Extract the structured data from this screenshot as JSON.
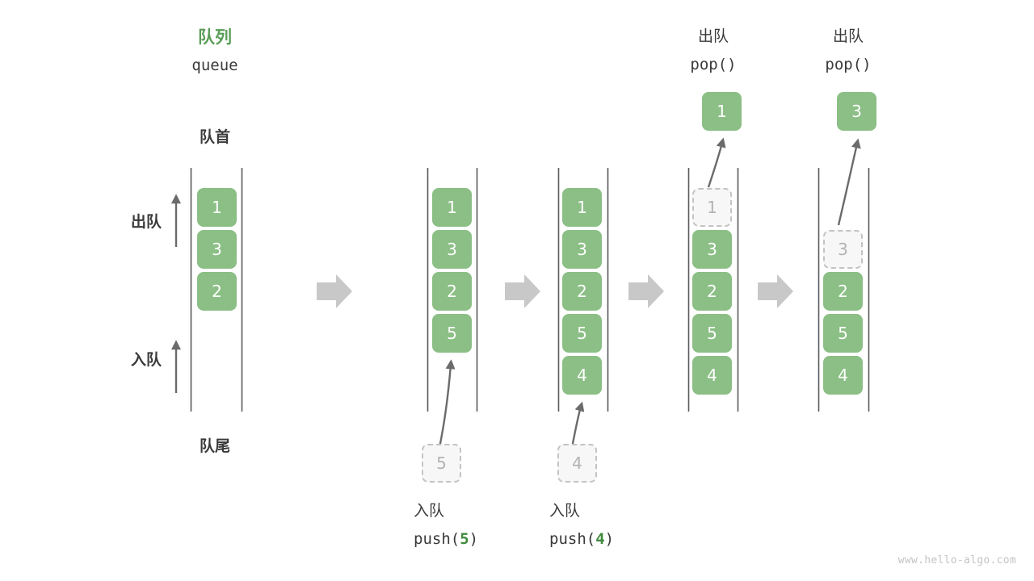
{
  "header": {
    "title_cn": "队列",
    "title_en": "queue",
    "front_label": "队首",
    "rear_label": "队尾",
    "dequeue_side_label": "出队",
    "enqueue_side_label": "入队"
  },
  "colors": {
    "accent_green": "#5a9e58",
    "cell_green": "#8bbf85",
    "ghost_fill": "#f7f7f7",
    "ghost_border": "#c3c3c3",
    "ghost_text": "#b3b3b3",
    "rail": "#59595e",
    "arrow_gray": "#6b6b6b",
    "step_arrow_gray": "#c8c8c8",
    "text": "#3a3a3a",
    "watermark": "#c4c4c4"
  },
  "stages": [
    {
      "id": "stage-initial",
      "cells": [
        "1",
        "3",
        "2"
      ],
      "ghost_in_queue": null,
      "incoming_ghost": null,
      "popped_value": null,
      "op_cn": "",
      "op_code_prefix": "",
      "op_code_arg": "",
      "op_code_suffix": ""
    },
    {
      "id": "stage-push-5",
      "cells": [
        "1",
        "3",
        "2",
        "5"
      ],
      "ghost_in_queue": null,
      "incoming_ghost": "5",
      "popped_value": null,
      "op_cn": "入队",
      "op_code_prefix": "push(",
      "op_code_arg": "5",
      "op_code_suffix": ")"
    },
    {
      "id": "stage-push-4",
      "cells": [
        "1",
        "3",
        "2",
        "5",
        "4"
      ],
      "ghost_in_queue": null,
      "incoming_ghost": "4",
      "popped_value": null,
      "op_cn": "入队",
      "op_code_prefix": "push(",
      "op_code_arg": "4",
      "op_code_suffix": ")"
    },
    {
      "id": "stage-pop-1",
      "cells": [
        "3",
        "2",
        "5",
        "4"
      ],
      "ghost_in_queue": "1",
      "incoming_ghost": null,
      "popped_value": "1",
      "op_cn": "出队",
      "op_code_prefix": "pop(",
      "op_code_arg": "",
      "op_code_suffix": ")"
    },
    {
      "id": "stage-pop-3",
      "cells": [
        "2",
        "5",
        "4"
      ],
      "ghost_in_queue": "3",
      "incoming_ghost": null,
      "popped_value": "3",
      "op_cn": "出队",
      "op_code_prefix": "pop(",
      "op_code_arg": "",
      "op_code_suffix": ")"
    }
  ],
  "step_arrows": [
    {
      "name": "step-arrow-1"
    },
    {
      "name": "step-arrow-2"
    },
    {
      "name": "step-arrow-3"
    },
    {
      "name": "step-arrow-4"
    }
  ],
  "watermark": "www.hello-algo.com"
}
